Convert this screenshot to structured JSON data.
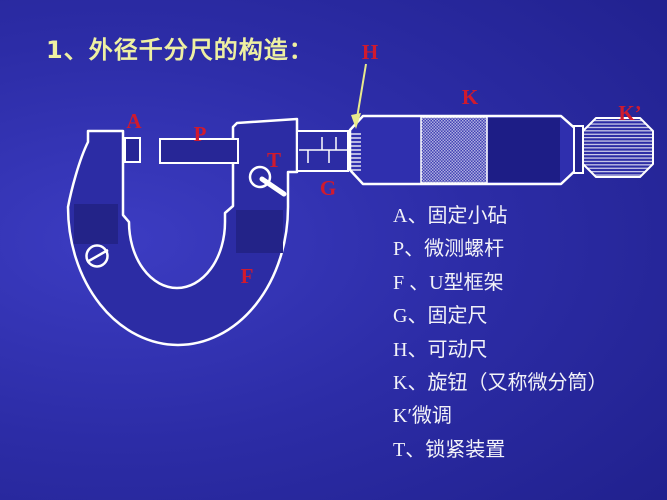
{
  "slide": {
    "title": "1、外径千分尺的构造："
  },
  "diagram": {
    "labels": {
      "a": "A",
      "p": "P",
      "t": "T",
      "g": "G",
      "h": "H",
      "k": "K",
      "kp": "K’",
      "f": "F"
    }
  },
  "legend": {
    "items": [
      "A、固定小砧",
      "P、微测螺杆",
      "F 、U型框架",
      "G、固定尺",
      "H、可动尺",
      "K、旋钮（又称微分筒）",
      "K′微调",
      "T、锁紧装置"
    ]
  },
  "colors": {
    "background-bright": "#3c3cc2",
    "background-dark": "#1e1e88",
    "outline-white": "#ffffff",
    "label-red": "#d01a2e",
    "title-yellow": "#eef0a2",
    "legend-white": "#f2f2f8",
    "arrow-yellow": "#e8ea8c",
    "frame-fill": "#2c2ca4",
    "knurl-light": "#aeaee0"
  }
}
